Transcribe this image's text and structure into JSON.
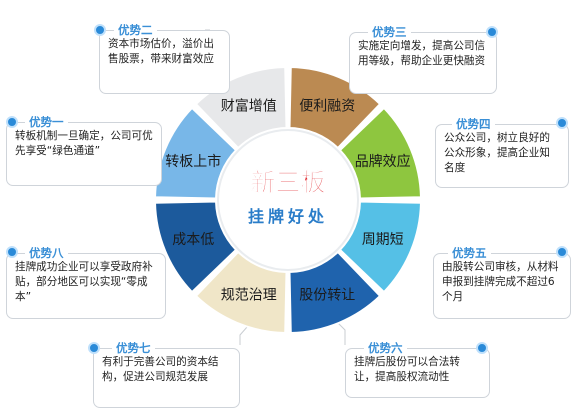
{
  "center": {
    "title": "新三板",
    "subtitle": "挂牌好处"
  },
  "segments": [
    {
      "label": "便利融资",
      "color": "#bb8a52"
    },
    {
      "label": "品牌效应",
      "color": "#8ec63f"
    },
    {
      "label": "周期短",
      "color": "#55c0e6"
    },
    {
      "label": "股份转让",
      "color": "#1f63ad"
    },
    {
      "label": "规范治理",
      "color": "#f0e6c8"
    },
    {
      "label": "成本低",
      "color": "#1c5a9c"
    },
    {
      "label": "转板上市",
      "color": "#78b7e8"
    },
    {
      "label": "财富增值",
      "color": "#e7e8ea"
    }
  ],
  "cards": {
    "adv1": {
      "title": "优势一",
      "text": "转板机制一旦确定，公司可优先享受“绿色通道”"
    },
    "adv2": {
      "title": "优势二",
      "text": "资本市场估价，溢价出售股票，带来财富效应"
    },
    "adv3": {
      "title": "优势三",
      "text": "实施定向增发，提高公司信用等级，帮助企业更快融资"
    },
    "adv4": {
      "title": "优势四",
      "text": "公众公司，树立良好的公众形象，提高企业知名度"
    },
    "adv5": {
      "title": "优势五",
      "text": "由股转公司审核，从材料申报到挂牌完成不超过6个月"
    },
    "adv6": {
      "title": "优势六",
      "text": "挂牌后股份可以合法转让，提高股权流动性"
    },
    "adv7": {
      "title": "优势七",
      "text": "有利于完善公司的资本结构，促进公司规范发展"
    },
    "adv8": {
      "title": "优势八",
      "text": "挂牌成功企业可以享受政府补贴，部分地区可以实现“零成本”"
    }
  }
}
